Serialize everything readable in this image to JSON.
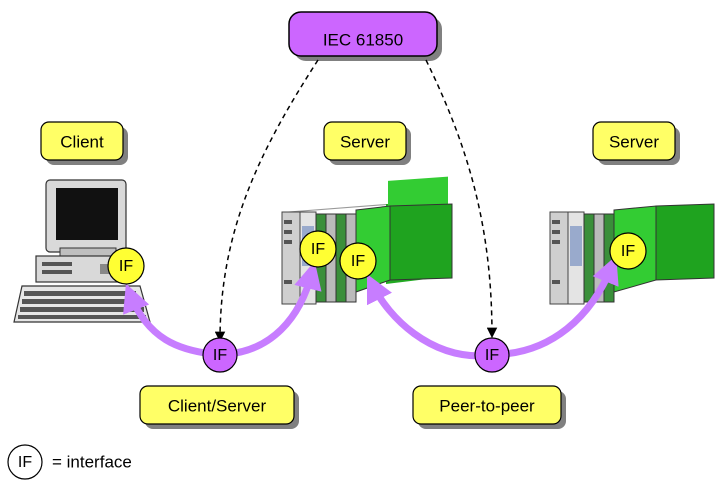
{
  "colors": {
    "label_fill": "#ffff66",
    "standard_fill": "#cc66ff",
    "interface_fill": "#ffff33",
    "connector_fill": "#cc66ff",
    "arrow_purple": "#c77dff",
    "rack_green": "#33cc33",
    "rack_gray": "#c8c8c8"
  },
  "standard": {
    "label": "IEC 61850"
  },
  "nodes": {
    "client": {
      "label": "Client"
    },
    "server1": {
      "label": "Server"
    },
    "server2": {
      "label": "Server"
    }
  },
  "interfaces": {
    "client_if": "IF",
    "server1_if_a": "IF",
    "server1_if_b": "IF",
    "server2_if": "IF",
    "cs_connector": "IF",
    "p2p_connector": "IF"
  },
  "links": {
    "client_server": "Client/Server",
    "peer_to_peer": "Peer-to-peer"
  },
  "legend": {
    "symbol": "IF",
    "text": "= interface"
  }
}
